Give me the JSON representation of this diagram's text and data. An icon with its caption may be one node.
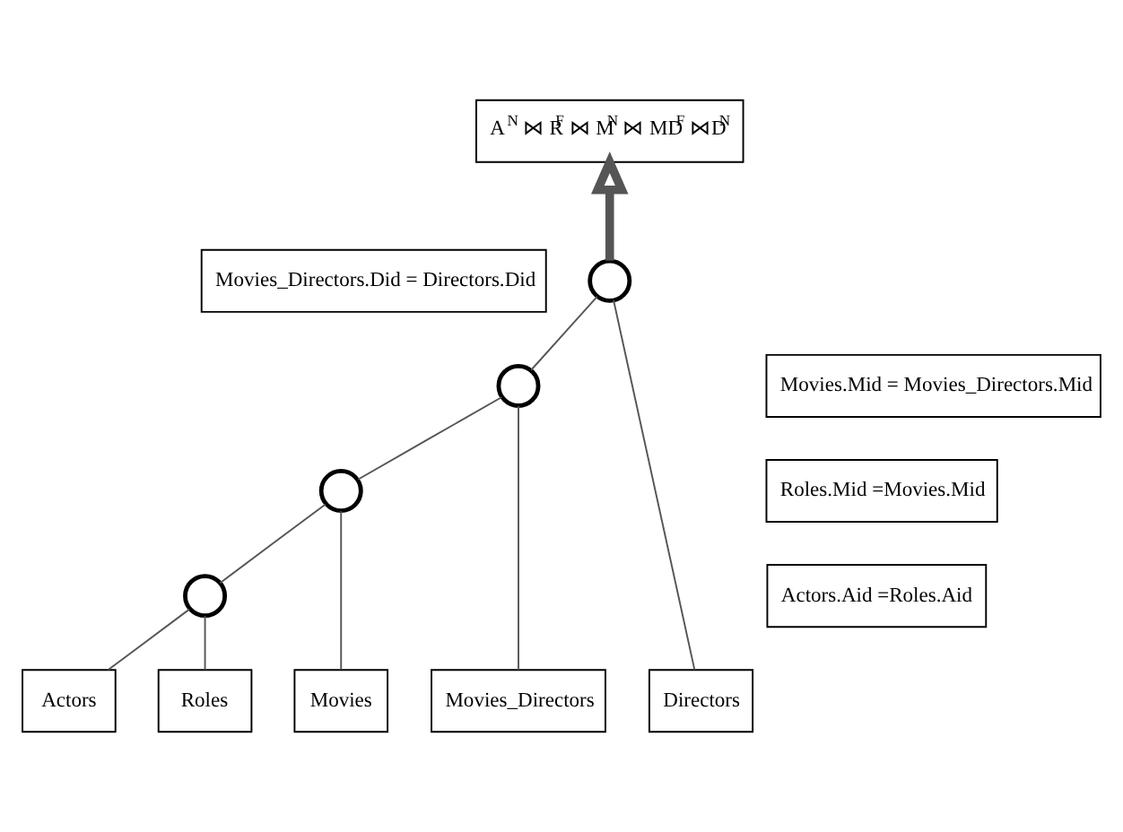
{
  "diagram": {
    "nodes": [
      {
        "text": [
          "A$^{N}$ ⋈ R$^{F}$ ⋈ M$^{N}$ ⋈ MD$^{F}$ ⋈D$^{N}$"
        ]
      },
      {
        "text": [
          "Movies_Directors.Did = Directors.Did"
        ]
      },
      {
        "text": [],
        "shape": "circle"
      },
      {
        "text": [
          "Movies.Mid = Movies_Directors.Mid"
        ]
      },
      {
        "text": [],
        "shape": "circle"
      },
      {
        "text": [
          "Roles.Mid =Movies.Mid"
        ]
      },
      {
        "text": [],
        "shape": "circle"
      },
      {
        "text": [
          "Actors.Aid =Roles.Aid"
        ]
      },
      {
        "text": [],
        "shape": "circle"
      },
      {
        "text": [
          "Actors"
        ]
      },
      {
        "text": [
          "Roles"
        ]
      },
      {
        "text": [
          "Movies"
        ]
      },
      {
        "text": [
          "Movies_Directors"
        ]
      },
      {
        "text": [
          "Directors"
        ]
      }
    ],
    "edges": [
      {
        "from": 9,
        "to": 8,
        "arrow": "none"
      },
      {
        "from": 10,
        "to": 8,
        "arrow": "none"
      },
      {
        "from": 8,
        "to": 6,
        "arrow": "none"
      },
      {
        "from": 11,
        "to": 6,
        "arrow": "none"
      },
      {
        "from": 6,
        "to": 4,
        "arrow": "none"
      },
      {
        "from": 12,
        "to": 4,
        "arrow": "none"
      },
      {
        "from": 4,
        "to": 2,
        "arrow": "none"
      },
      {
        "from": 13,
        "to": 2,
        "arrow": "none"
      },
      {
        "from": 2,
        "to": 0,
        "arrow": "to",
        "style": "thick"
      }
    ]
  }
}
